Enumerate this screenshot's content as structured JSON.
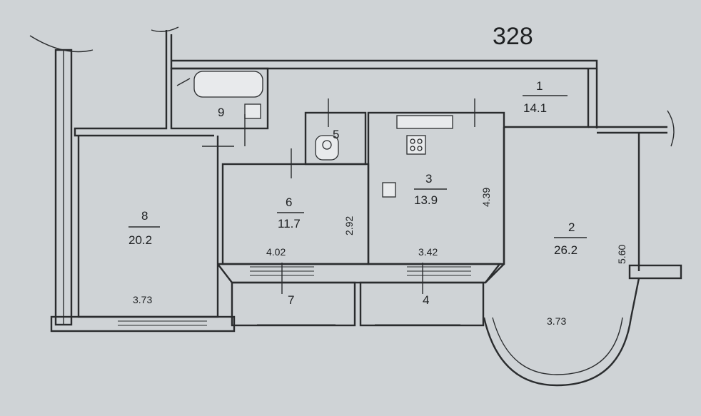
{
  "apartment_number": "328",
  "rooms": [
    {
      "id": "1",
      "area": "14.1"
    },
    {
      "id": "2",
      "area": "26.2"
    },
    {
      "id": "3",
      "area": "13.9"
    },
    {
      "id": "4",
      "area": ""
    },
    {
      "id": "5",
      "area": ""
    },
    {
      "id": "6",
      "area": "11.7"
    },
    {
      "id": "7",
      "area": ""
    },
    {
      "id": "8",
      "area": "20.2"
    },
    {
      "id": "9",
      "area": ""
    }
  ],
  "dimensions": {
    "room8_width": "3.73",
    "room6_width": "4.02",
    "room6_depth": "2.92",
    "room3_width": "3.42",
    "room3_depth": "4.39",
    "room2_width": "3.73",
    "room2_depth": "5.60"
  },
  "colors": {
    "background": "#cfd3d6",
    "ink": "#2a2c2e"
  }
}
